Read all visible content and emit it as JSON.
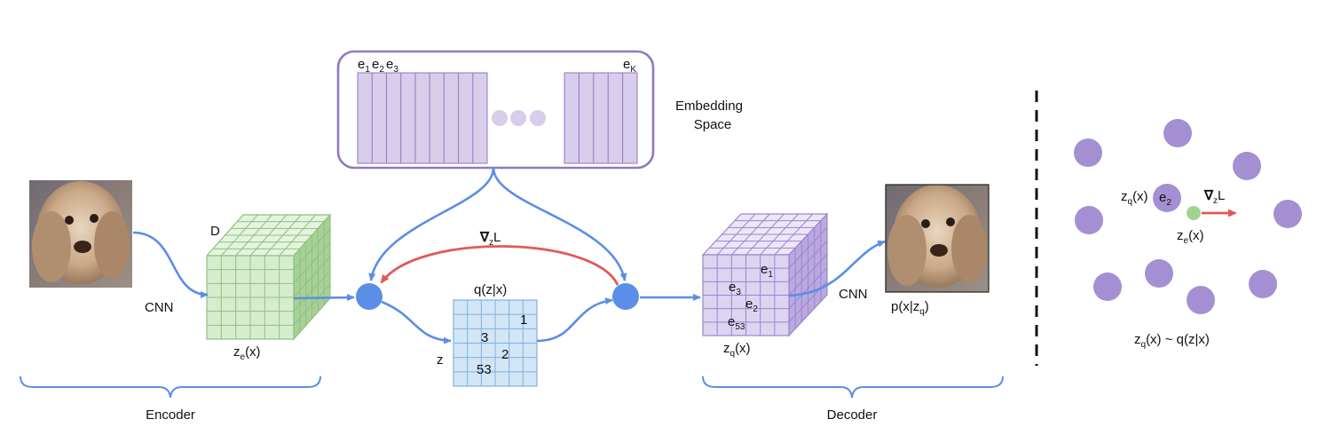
{
  "colors": {
    "flow": "#5b8ee6",
    "gradient": "#e05a5a",
    "embedding_fill": "#d8cdea",
    "embedding_border": "#8f78c2",
    "encoder_fill": "#d6eccf",
    "encoder_line": "#8cc37a",
    "decoder_fill": "#ddd4f0",
    "decoder_line": "#9a86cf",
    "z_fill": "#d3e6f5",
    "z_line": "#7fb1de",
    "node": "#5b8ee6",
    "dot": "#a48fd2",
    "ze_dot": "#9fd38f"
  },
  "embedding": {
    "label_line1": "Embedding",
    "label_line2": "Space",
    "e": "e",
    "sub1": "1",
    "sub2": "2",
    "sub3": "3",
    "subK": "K"
  },
  "encoder": {
    "cnn": "CNN",
    "depth_label": "D",
    "output_main": "z",
    "output_sub": "e",
    "output_tail": "(x)",
    "brace_label": "Encoder"
  },
  "gradient": {
    "nabla": "∇",
    "sub": "z",
    "tail": "L"
  },
  "quantizer": {
    "title": "q(z|x)",
    "z_label": "z",
    "cells": [
      "1",
      "3",
      "2",
      "53"
    ]
  },
  "decoder": {
    "cnn": "CNN",
    "output": "p(x|z",
    "output_sub": "q",
    "output_tail": ")",
    "cube_main": "z",
    "cube_sub": "q",
    "cube_tail": "(x)",
    "e": "e",
    "cells": [
      "1",
      "3",
      "2",
      "53"
    ],
    "brace_label": "Decoder"
  },
  "right_panel": {
    "zq_main": "z",
    "zq_sub": "q",
    "zq_tail": "(x)",
    "e2_main": "e",
    "e2_sub": "2",
    "grad_nabla": "∇",
    "grad_sub": "z",
    "grad_tail": "L",
    "ze_main": "z",
    "ze_sub": "e",
    "ze_tail": "(x)",
    "caption_main": "z",
    "caption_sub": "q",
    "caption_tail": "(x) ~ q(z|x)"
  }
}
